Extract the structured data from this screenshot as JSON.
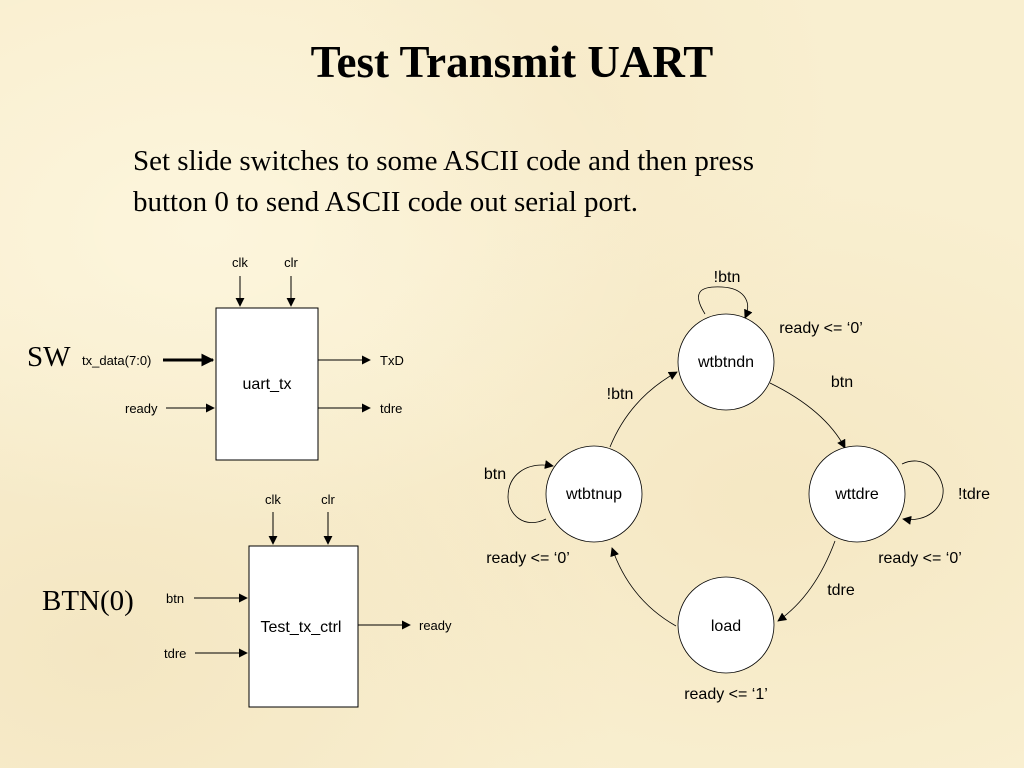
{
  "title": "Test Transmit UART",
  "description": [
    "Set slide switches to some ASCII code and then press",
    "button 0 to send ASCII code out serial port."
  ],
  "uart_tx": {
    "name": "uart_tx",
    "clk": "clk",
    "clr": "clr",
    "tx_data": "tx_data(7:0)",
    "ready": "ready",
    "txd": "TxD",
    "tdre": "tdre",
    "ext_label": "SW"
  },
  "test_tx_ctrl": {
    "name": "Test_tx_ctrl",
    "clk": "clk",
    "clr": "clr",
    "btn": "btn",
    "tdre": "tdre",
    "ready": "ready",
    "ext_label": "BTN(0)"
  },
  "fsm": {
    "states": {
      "wtbtndn": "wtbtndn",
      "wttdre": "wttdre",
      "load": "load",
      "wtbtnup": "wtbtnup"
    },
    "outputs": {
      "wtbtndn": "ready <= ‘0’",
      "wttdre": "ready <= ‘0’",
      "load": "ready <= ‘1’",
      "wtbtnup": "ready <= ‘0’"
    },
    "transitions": {
      "wtbtndn_self": "!btn",
      "wtbtndn_to_wttdre": "btn",
      "wttdre_self": "!tdre",
      "wttdre_to_load": "tdre",
      "wtbtnup_self": "btn",
      "wtbtnup_to_wtbtndn": "!btn"
    }
  }
}
